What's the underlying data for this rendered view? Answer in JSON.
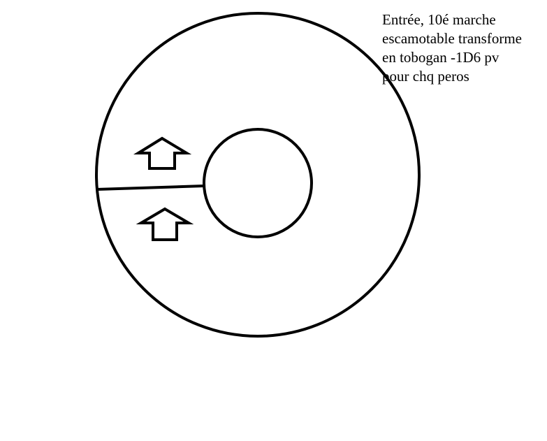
{
  "annotation": {
    "lines": [
      "Entrée, 10é marche",
      "escamotable transforme",
      "en tobogan -1D6 pv",
      "pour chq peros"
    ]
  },
  "colors": {
    "background": "#ffffff",
    "stroke": "#000000"
  },
  "icons": [
    "arrow-up-icon",
    "arrow-up-icon"
  ]
}
